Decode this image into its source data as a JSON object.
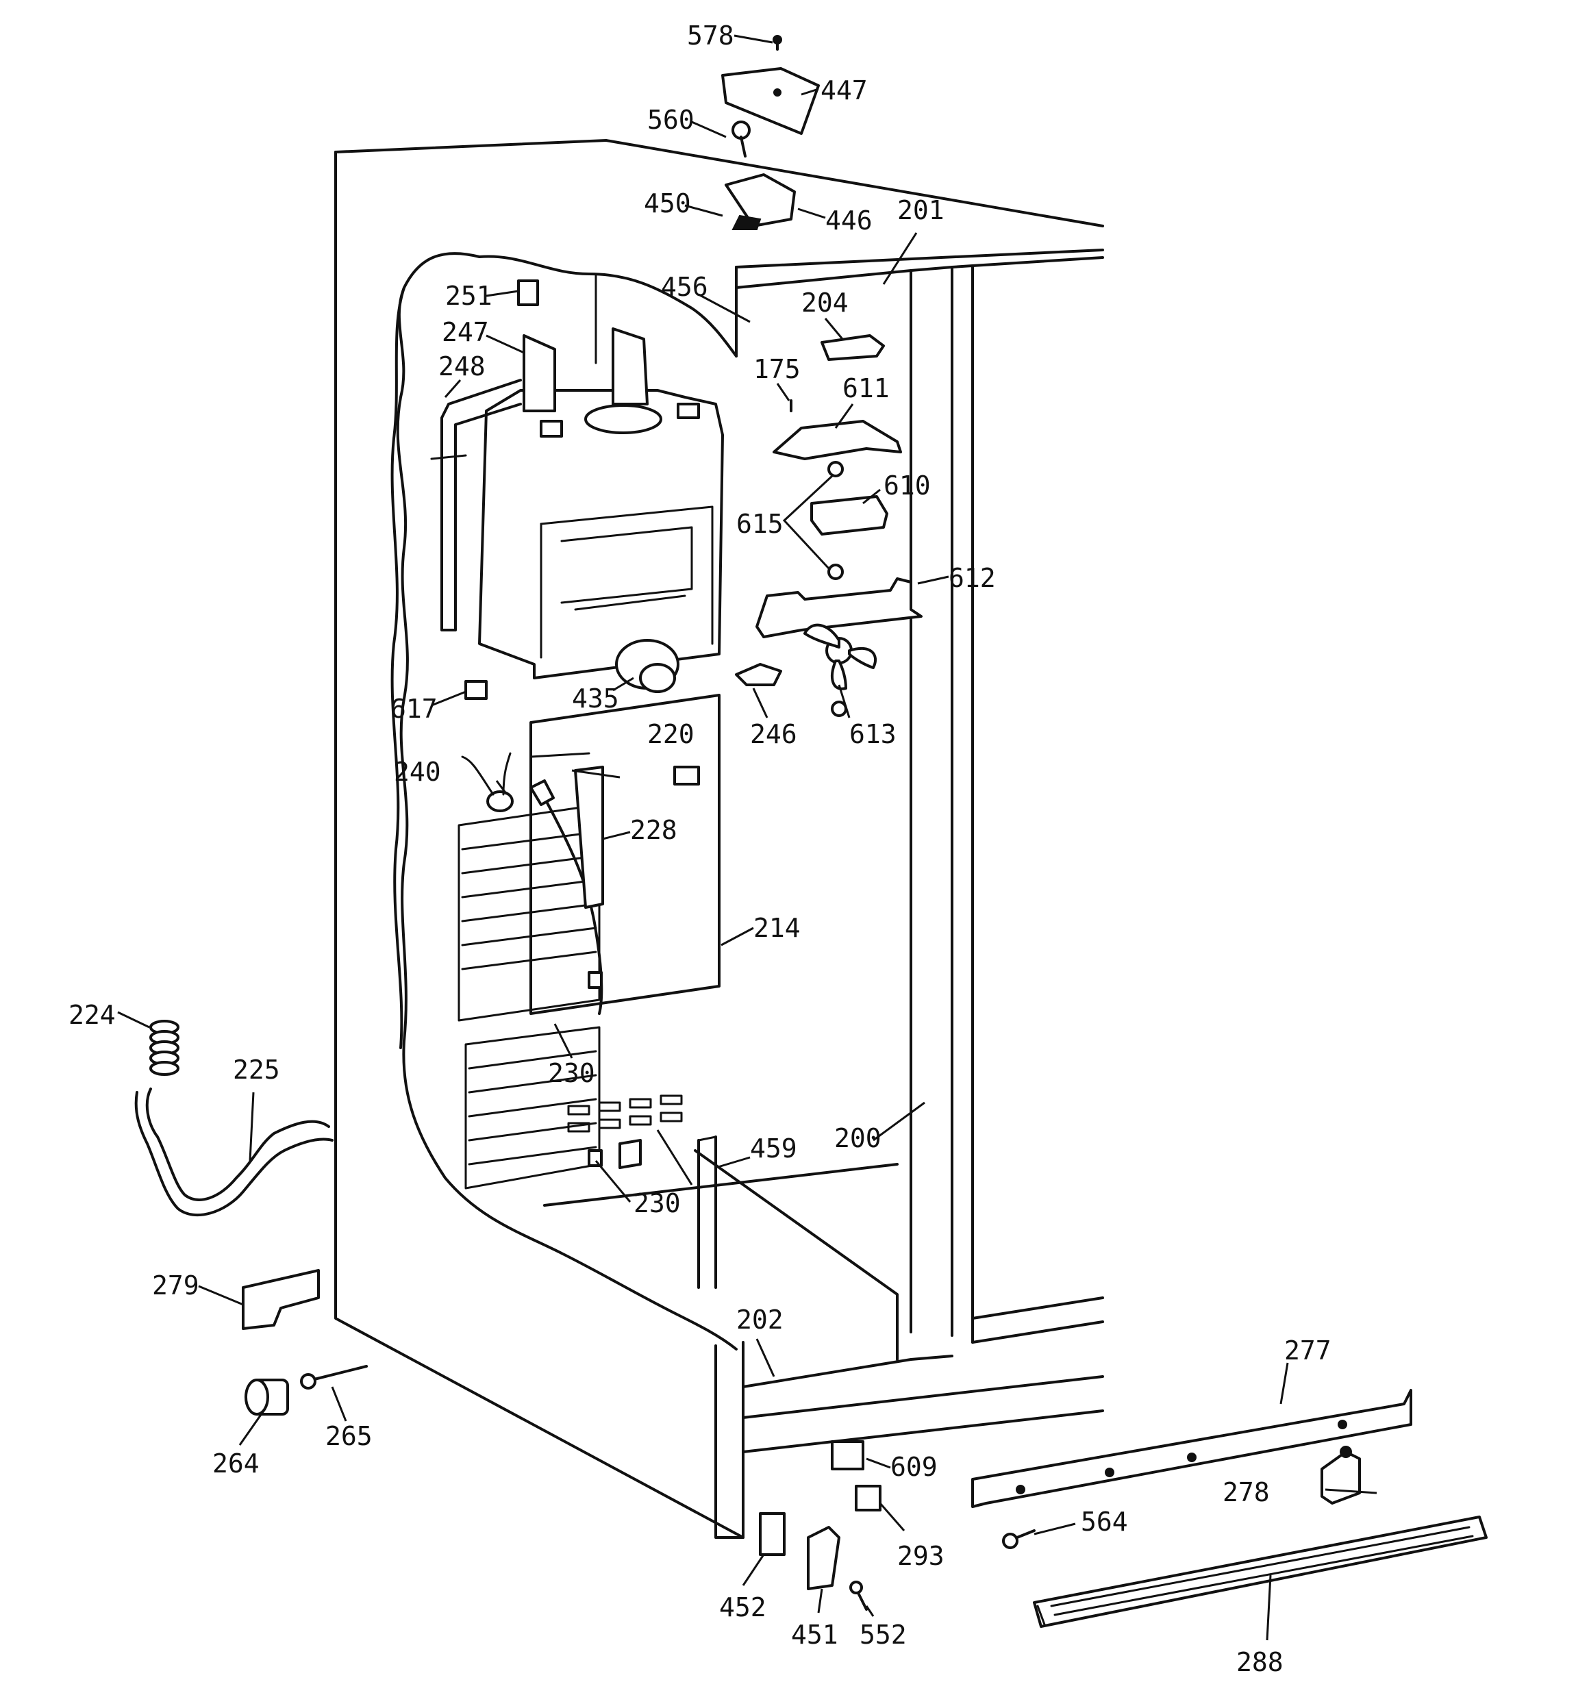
{
  "labels": {
    "p578": "578",
    "p447": "447",
    "p560": "560",
    "p450": "450",
    "p446": "446",
    "p201": "201",
    "p251": "251",
    "p456": "456",
    "p204": "204",
    "p247": "247",
    "p248": "248",
    "p175": "175",
    "p611": "611",
    "p610": "610",
    "p615": "615",
    "p612": "612",
    "p617": "617",
    "p435": "435",
    "p246": "246",
    "p613": "613",
    "p220": "220",
    "p240": "240",
    "p228": "228",
    "p214": "214",
    "p224": "224",
    "p225": "225",
    "p230a": "230",
    "p230b": "230",
    "p459": "459",
    "p200": "200",
    "p279": "279",
    "p202": "202",
    "p277": "277",
    "p264": "264",
    "p265": "265",
    "p609": "609",
    "p278": "278",
    "p564": "564",
    "p293": "293",
    "p452": "452",
    "p451": "451",
    "p552": "552",
    "p288": "288"
  }
}
